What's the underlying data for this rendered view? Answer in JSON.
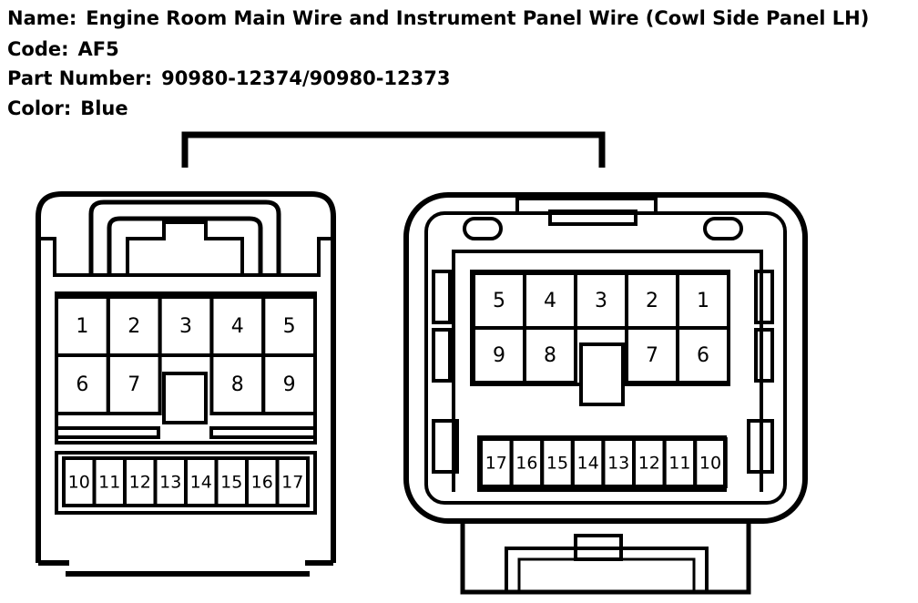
{
  "header": {
    "name_label": "Name:",
    "name_value": "Engine Room Main Wire and Instrument Panel Wire (Cowl Side Panel LH)",
    "code_label": "Code:",
    "code_value": "AF5",
    "part_label": "Part Number:",
    "part_value": "90980-12374/90980-12373",
    "color_label": "Color:",
    "color_value": "Blue"
  },
  "connectors": {
    "left": {
      "large_row1": [
        "1",
        "2",
        "3",
        "4",
        "5"
      ],
      "large_row2_left": [
        "6",
        "7"
      ],
      "large_row2_right": [
        "8",
        "9"
      ],
      "small_row": [
        "10",
        "11",
        "12",
        "13",
        "14",
        "15",
        "16",
        "17"
      ]
    },
    "right": {
      "large_row1": [
        "5",
        "4",
        "3",
        "2",
        "1"
      ],
      "large_row2_left": [
        "9",
        "8"
      ],
      "large_row2_right": [
        "7",
        "6"
      ],
      "small_row": [
        "17",
        "16",
        "15",
        "14",
        "13",
        "12",
        "11",
        "10"
      ]
    }
  }
}
